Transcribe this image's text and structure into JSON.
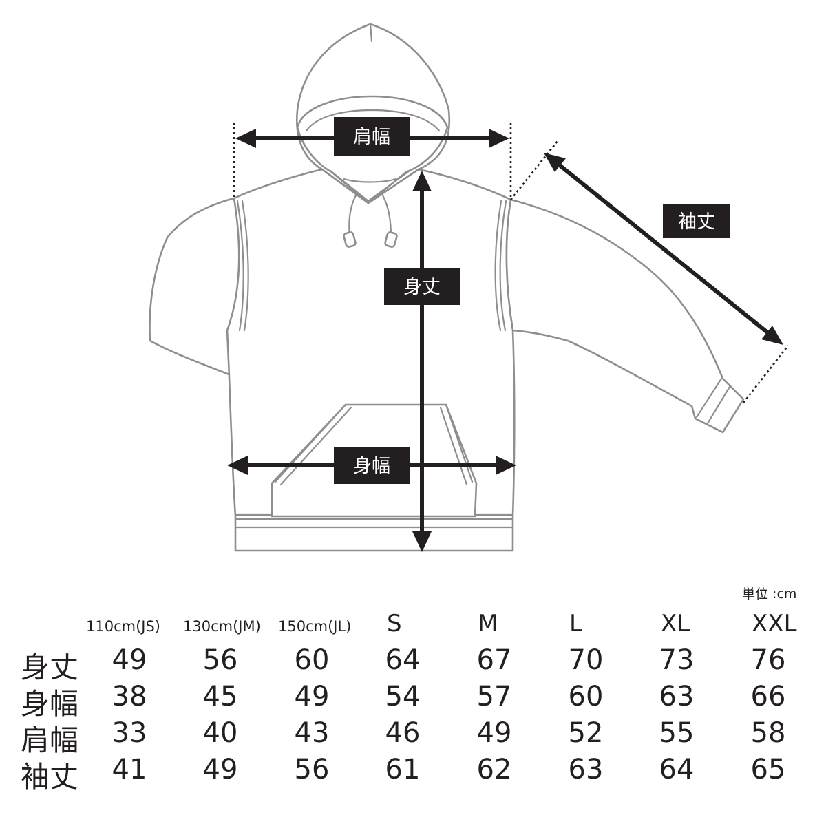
{
  "diagram": {
    "labels": {
      "shoulder_width": "肩幅",
      "sleeve_length": "袖丈",
      "body_length": "身丈",
      "body_width": "身幅"
    }
  },
  "size_table": {
    "unit_note": "単位 :cm",
    "sizes": [
      "110cm(JS)",
      "130cm(JM)",
      "150cm(JL)",
      "S",
      "M",
      "L",
      "XL",
      "XXL"
    ],
    "rows": [
      {
        "label": "身丈",
        "values": [
          "49",
          "56",
          "60",
          "64",
          "67",
          "70",
          "73",
          "76"
        ]
      },
      {
        "label": "身幅",
        "values": [
          "38",
          "45",
          "49",
          "54",
          "57",
          "60",
          "63",
          "66"
        ]
      },
      {
        "label": "肩幅",
        "values": [
          "33",
          "40",
          "43",
          "46",
          "49",
          "52",
          "55",
          "58"
        ]
      },
      {
        "label": "袖丈",
        "values": [
          "41",
          "49",
          "56",
          "61",
          "62",
          "63",
          "64",
          "65"
        ]
      }
    ]
  }
}
